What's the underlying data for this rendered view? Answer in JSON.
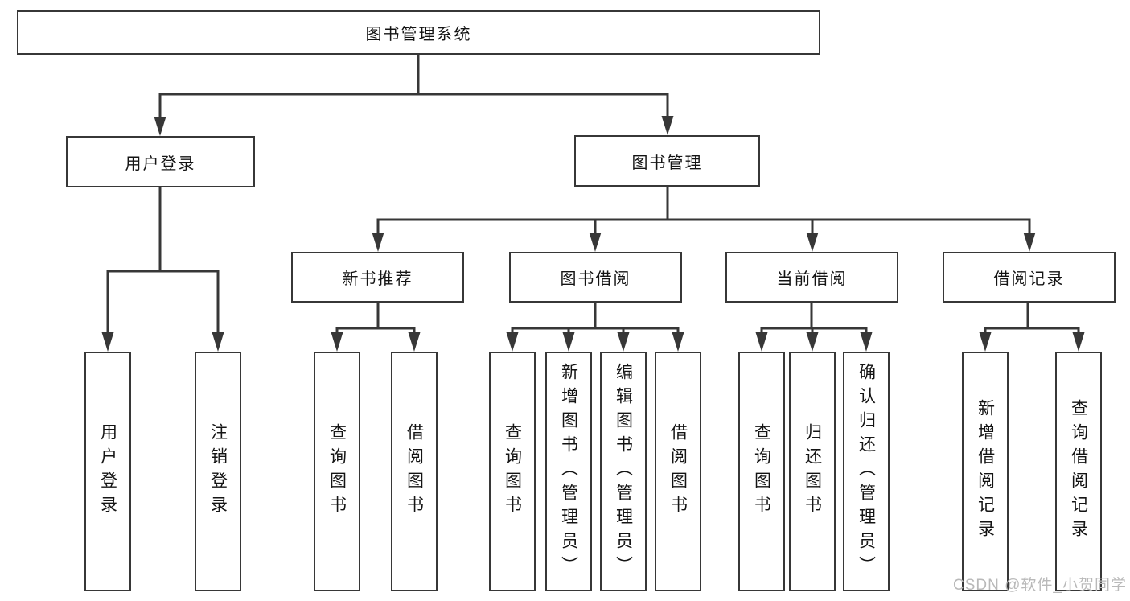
{
  "diagram": {
    "root": {
      "label": "图书管理系统"
    },
    "branches": [
      {
        "label": "用户登录",
        "children": [
          {
            "label": "用户登录"
          },
          {
            "label": "注销登录"
          }
        ]
      },
      {
        "label": "图书管理",
        "children": [
          {
            "label": "新书推荐",
            "children": [
              {
                "label": "查询图书"
              },
              {
                "label": "借阅图书"
              }
            ]
          },
          {
            "label": "图书借阅",
            "children": [
              {
                "label": "查询图书"
              },
              {
                "label": "新增图书（管理员）"
              },
              {
                "label": "编辑图书（管理员）"
              },
              {
                "label": "借阅图书"
              }
            ]
          },
          {
            "label": "当前借阅",
            "children": [
              {
                "label": "查询图书"
              },
              {
                "label": "归还图书"
              },
              {
                "label": "确认归还（管理员）"
              }
            ]
          },
          {
            "label": "借阅记录",
            "children": [
              {
                "label": "新增借阅记录"
              },
              {
                "label": "查询借阅记录"
              }
            ]
          }
        ]
      }
    ]
  },
  "watermark": {
    "text": "CSDN @软件_小贺同学"
  },
  "colors": {
    "line": "#373737",
    "text": "#141414",
    "watermark": "#b9b9b9",
    "background": "#ffffff"
  }
}
